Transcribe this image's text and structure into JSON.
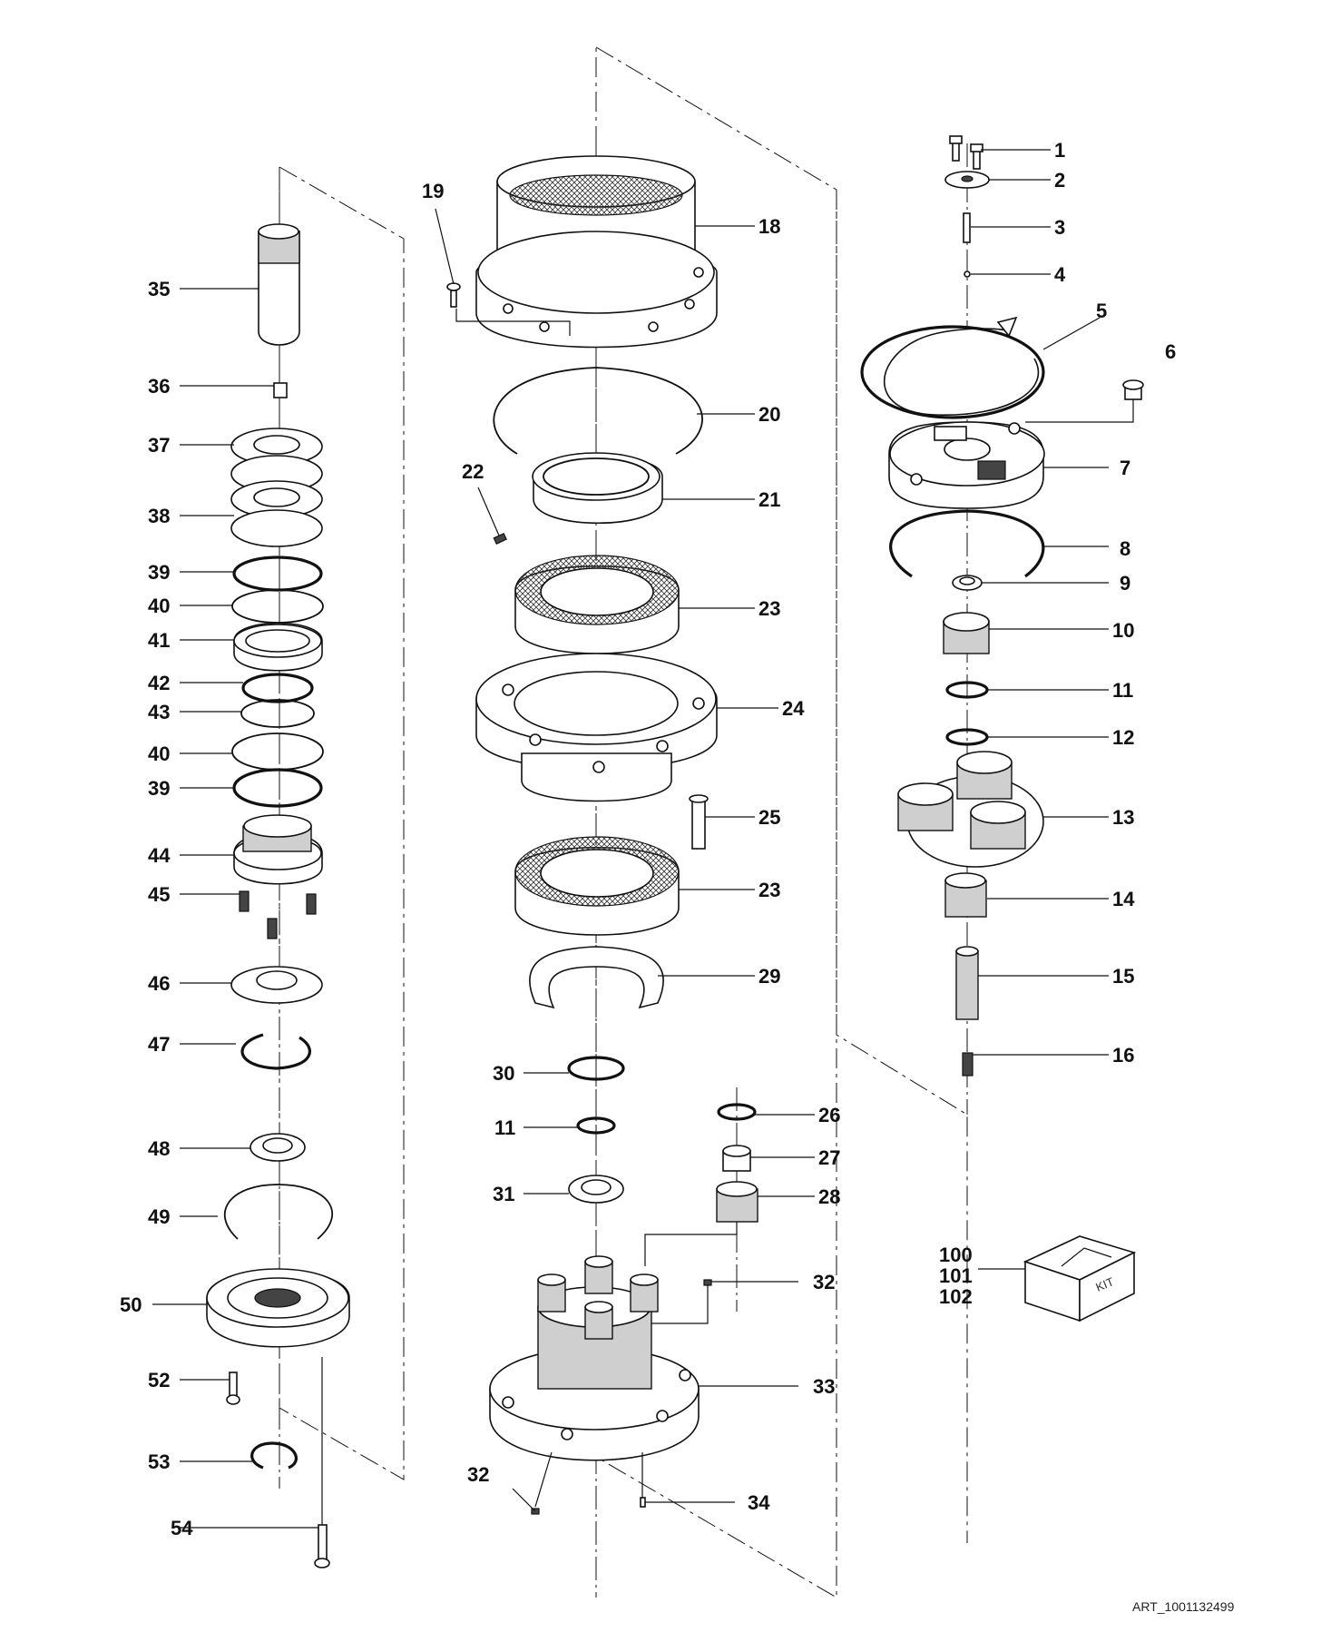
{
  "art_id": "ART_1001132499",
  "kit_box_label": "KIT",
  "callouts": {
    "p1": "1",
    "p2": "2",
    "p3": "3",
    "p4": "4",
    "p5": "5",
    "p6": "6",
    "p7": "7",
    "p8": "8",
    "p9": "9",
    "p10": "10",
    "p11a": "11",
    "p12": "12",
    "p13": "13",
    "p14": "14",
    "p15": "15",
    "p16": "16",
    "p18": "18",
    "p19": "19",
    "p20": "20",
    "p21": "21",
    "p22": "22",
    "p23a": "23",
    "p24": "24",
    "p25": "25",
    "p23b": "23",
    "p29": "29",
    "p30": "30",
    "p11b": "11",
    "p31": "31",
    "p26": "26",
    "p27": "27",
    "p28": "28",
    "p32a": "32",
    "p33": "33",
    "p32b": "32",
    "p34": "34",
    "p35": "35",
    "p36": "36",
    "p37": "37",
    "p38": "38",
    "p39a": "39",
    "p40a": "40",
    "p41": "41",
    "p42": "42",
    "p43": "43",
    "p40b": "40",
    "p39b": "39",
    "p44": "44",
    "p45": "45",
    "p46": "46",
    "p47": "47",
    "p48": "48",
    "p49": "49",
    "p50": "50",
    "p52": "52",
    "p53": "53",
    "p54": "54",
    "p100": "100",
    "p101": "101",
    "p102": "102"
  }
}
